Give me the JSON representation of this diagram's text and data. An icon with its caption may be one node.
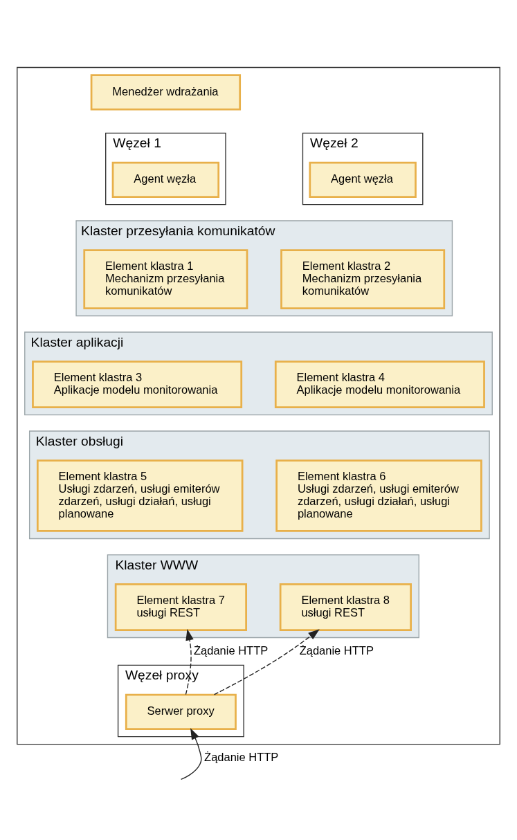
{
  "diagram": {
    "nodes": [
      {
        "text": [],
        "shape": "box"
      },
      {
        "text": [
          "Menedżer wdrażania"
        ],
        "in": 0
      },
      {
        "text": [
          "Węzeł 1"
        ],
        "in": 0
      },
      {
        "text": [
          "Agent węzła"
        ],
        "in": 2
      },
      {
        "text": [
          "Węzeł 2"
        ],
        "in": 0
      },
      {
        "text": [
          "Agent węzła"
        ],
        "in": 4
      },
      {
        "text": [
          "Klaster przesyłania komunikatów"
        ],
        "in": 0
      },
      {
        "text": [
          "Element klastra 1",
          "Mechanizm przesyłania komunikatów"
        ],
        "in": 6
      },
      {
        "text": [
          "Element klastra 2",
          "Mechanizm przesyłania komunikatów"
        ],
        "in": 6
      },
      {
        "text": [
          "Klaster aplikacji"
        ],
        "in": 0
      },
      {
        "text": [
          "Element klastra 3",
          "Aplikacje modelu monitorowania"
        ],
        "in": 9
      },
      {
        "text": [
          "Element klastra 4",
          "Aplikacje modelu monitorowania"
        ],
        "in": 9
      },
      {
        "text": [
          "Klaster obsługi"
        ],
        "in": 0
      },
      {
        "text": [
          "Element klastra 5",
          "Usługi zdarzeń, usługi emiterów zdarzeń, usługi działań, usługi planowane"
        ],
        "in": 12
      },
      {
        "text": [
          "Element klastra 6",
          "Usługi zdarzeń, usługi emiterów zdarzeń, usługi działań, usługi planowane"
        ],
        "in": 12
      },
      {
        "text": [
          "Klaster WWW"
        ],
        "in": 0
      },
      {
        "text": [
          "Element klastra 7",
          "usługi REST"
        ],
        "in": 15
      },
      {
        "text": [
          "Element klastra 8",
          "usługi REST"
        ],
        "in": 15
      },
      {
        "text": [
          "Węzeł proxy"
        ],
        "in": 0
      },
      {
        "text": [
          "Serwer proxy"
        ],
        "in": 18
      }
    ],
    "edges": [
      {
        "from": 19,
        "to": 16,
        "arrow": "to",
        "label": "Żądanie HTTP",
        "style": "dashed"
      },
      {
        "from": 19,
        "to": 17,
        "arrow": "to",
        "label": "Żądanie HTTP",
        "style": "dashed"
      },
      {
        "from": null,
        "to": 19,
        "arrow": "to",
        "label": "Żądanie HTTP"
      }
    ]
  }
}
